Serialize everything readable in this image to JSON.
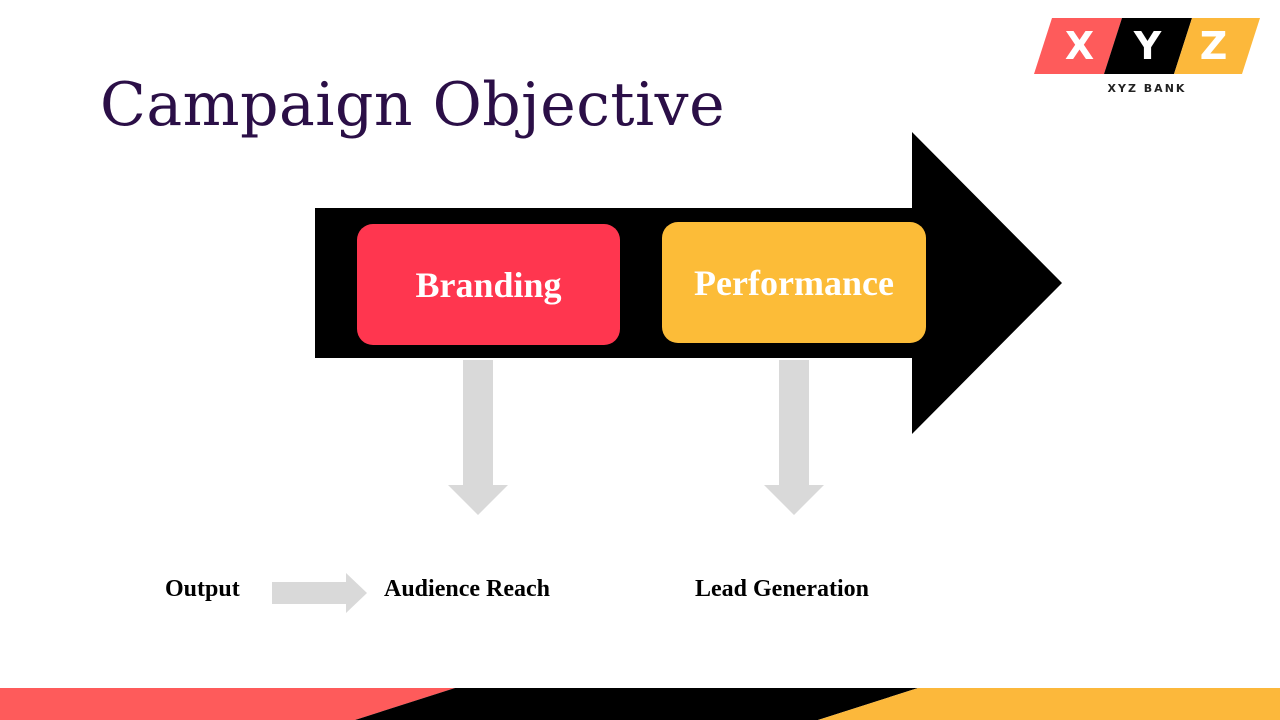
{
  "slide": {
    "title": "Campaign Objective"
  },
  "logo": {
    "letters": [
      "X",
      "Y",
      "Z"
    ],
    "caption": "XYZ BANK",
    "colors": [
      "#fe5b5b",
      "#000000",
      "#fcb83b"
    ]
  },
  "stages": [
    {
      "label": "Branding",
      "color": "#ff364f",
      "result": "Audience Reach"
    },
    {
      "label": "Performance",
      "color": "#fcbc38",
      "result": "Lead Generation"
    }
  ],
  "output": {
    "label": "Output"
  },
  "colors": {
    "title": "#2b0f47",
    "main_arrow": "#000000",
    "down_arrow": "#d9d9d9",
    "footer_red": "#fe5b5b",
    "footer_black": "#000000",
    "footer_yellow": "#fcb83b"
  }
}
